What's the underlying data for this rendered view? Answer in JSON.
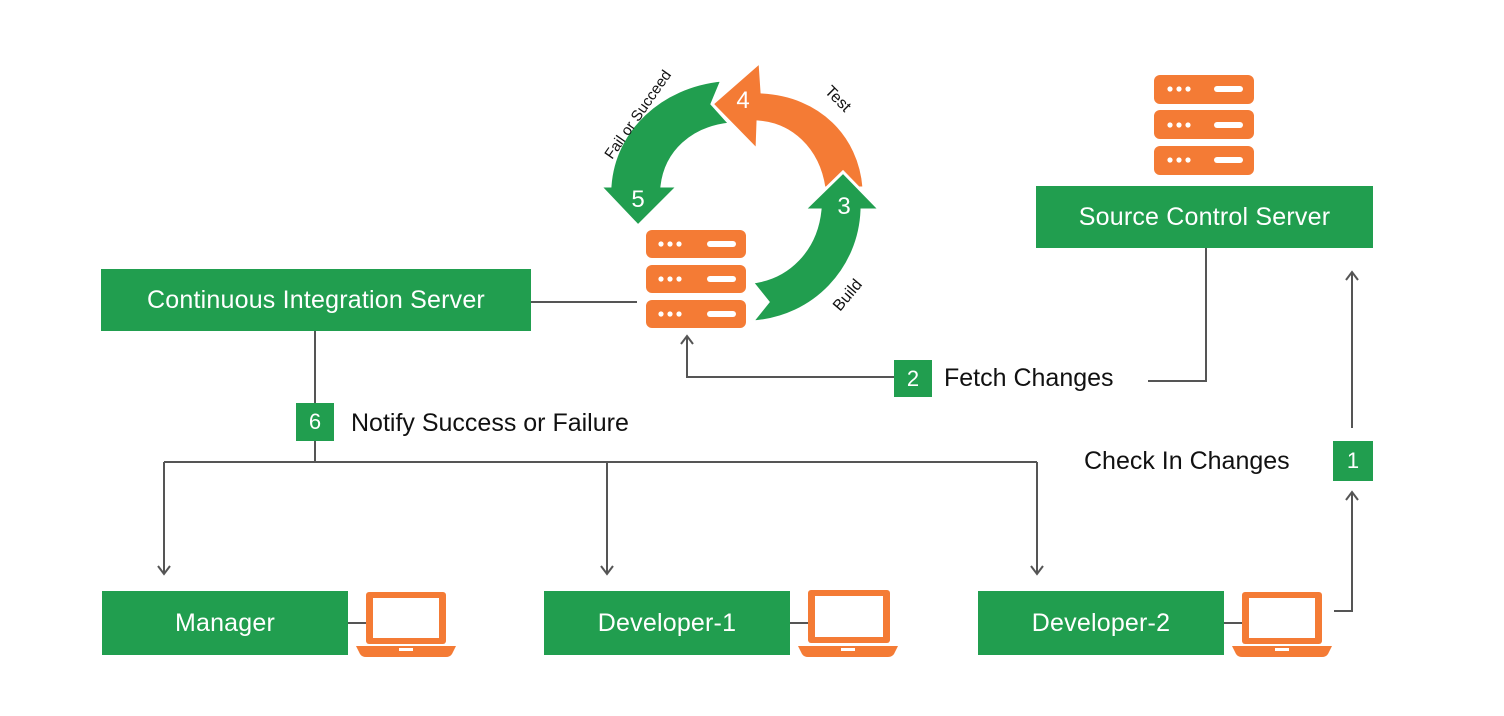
{
  "title": "Continuous Integration Workflow",
  "colors": {
    "green": "#219e4f",
    "orange": "#f47b35",
    "line": "#555555",
    "text": "#111111"
  },
  "nodes": {
    "ci_server": "Continuous Integration Server",
    "source_control": "Source Control Server",
    "manager": "Manager",
    "developer1": "Developer-1",
    "developer2": "Developer-2"
  },
  "steps": [
    {
      "number": "1",
      "label": "Check In Changes"
    },
    {
      "number": "2",
      "label": "Fetch Changes"
    },
    {
      "number": "3",
      "label": "Build"
    },
    {
      "number": "4",
      "label": "Test"
    },
    {
      "number": "5",
      "label": "Fail or Succeed"
    },
    {
      "number": "6",
      "label": "Notify Success or Failure"
    }
  ],
  "icons": {
    "server": "server-rack-icon",
    "laptop": "laptop-icon"
  }
}
